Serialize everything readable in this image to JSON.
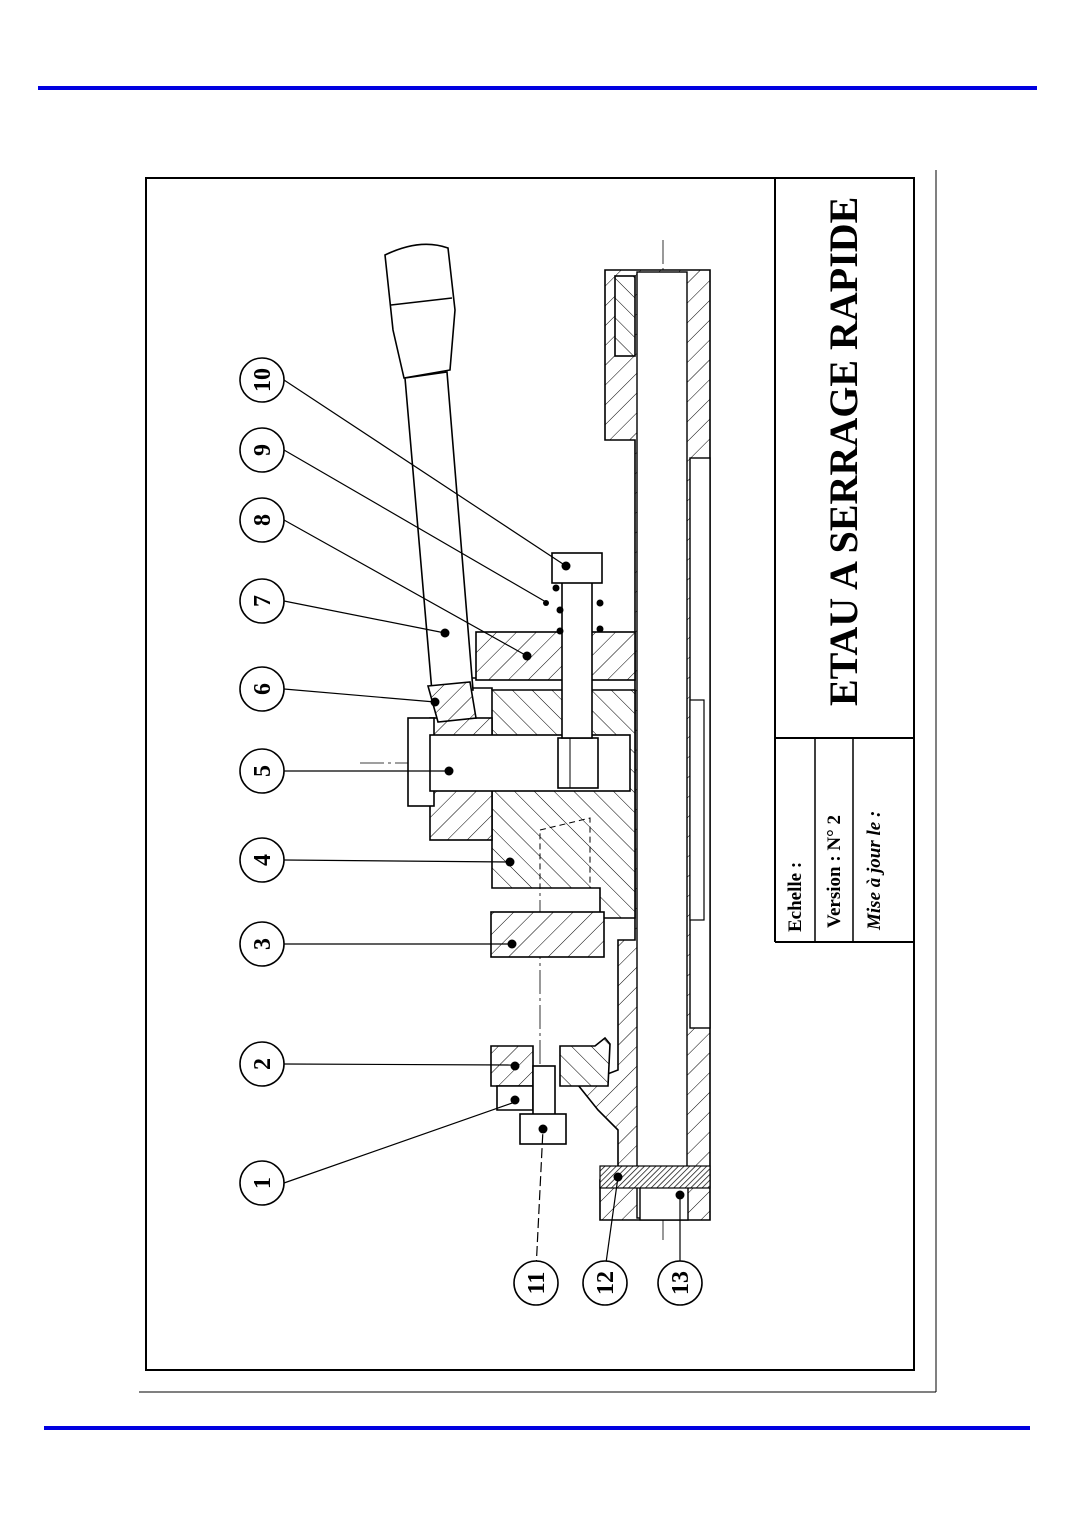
{
  "page": {
    "accent_color": "#0000e0"
  },
  "title_block": {
    "title": "ETAU A SERRAGE RAPIDE",
    "echelle_label": "Echelle :",
    "version_label": "Version : N° 2",
    "mise_a_jour_label": "Mise à jour le :"
  },
  "parts": [
    {
      "number": "1"
    },
    {
      "number": "2"
    },
    {
      "number": "3"
    },
    {
      "number": "4"
    },
    {
      "number": "5"
    },
    {
      "number": "6"
    },
    {
      "number": "7"
    },
    {
      "number": "8"
    },
    {
      "number": "9"
    },
    {
      "number": "10"
    },
    {
      "number": "11"
    },
    {
      "number": "12"
    },
    {
      "number": "13"
    }
  ]
}
